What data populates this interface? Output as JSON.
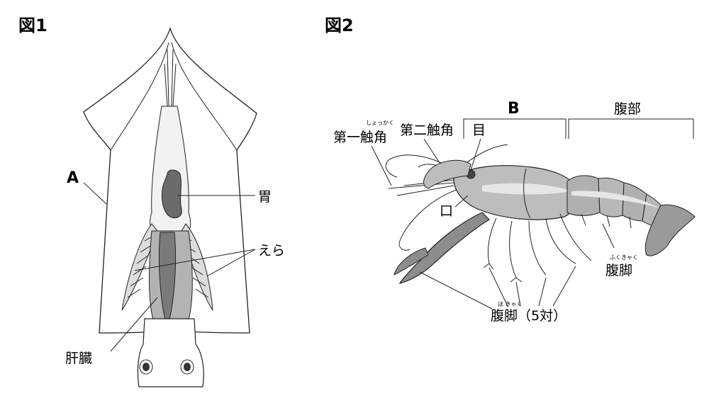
{
  "figure1": {
    "title": "図1",
    "labels": {
      "a": "A",
      "stomach": "胃",
      "gills": "えら",
      "liver": "肝臓"
    }
  },
  "figure2": {
    "title": "図2",
    "labels": {
      "b": "B",
      "abdomen": "腹部",
      "antenna2": "第二触角",
      "antenna1": "第一触角",
      "antenna1_ruby": "しょっかく",
      "eye": "目",
      "mouth": "口",
      "swimmerets": "腹脚",
      "swimmerets_ruby": "ふくきゃく",
      "walking_legs": "腹脚（5対）",
      "walking_legs_ruby": "ほ きゃく"
    }
  },
  "colors": {
    "line": "#222222",
    "organ_dark": "#6b6b6b",
    "organ_mid": "#9a9a9a",
    "organ_light": "#c8c8c8",
    "paper": "#ffffff"
  }
}
